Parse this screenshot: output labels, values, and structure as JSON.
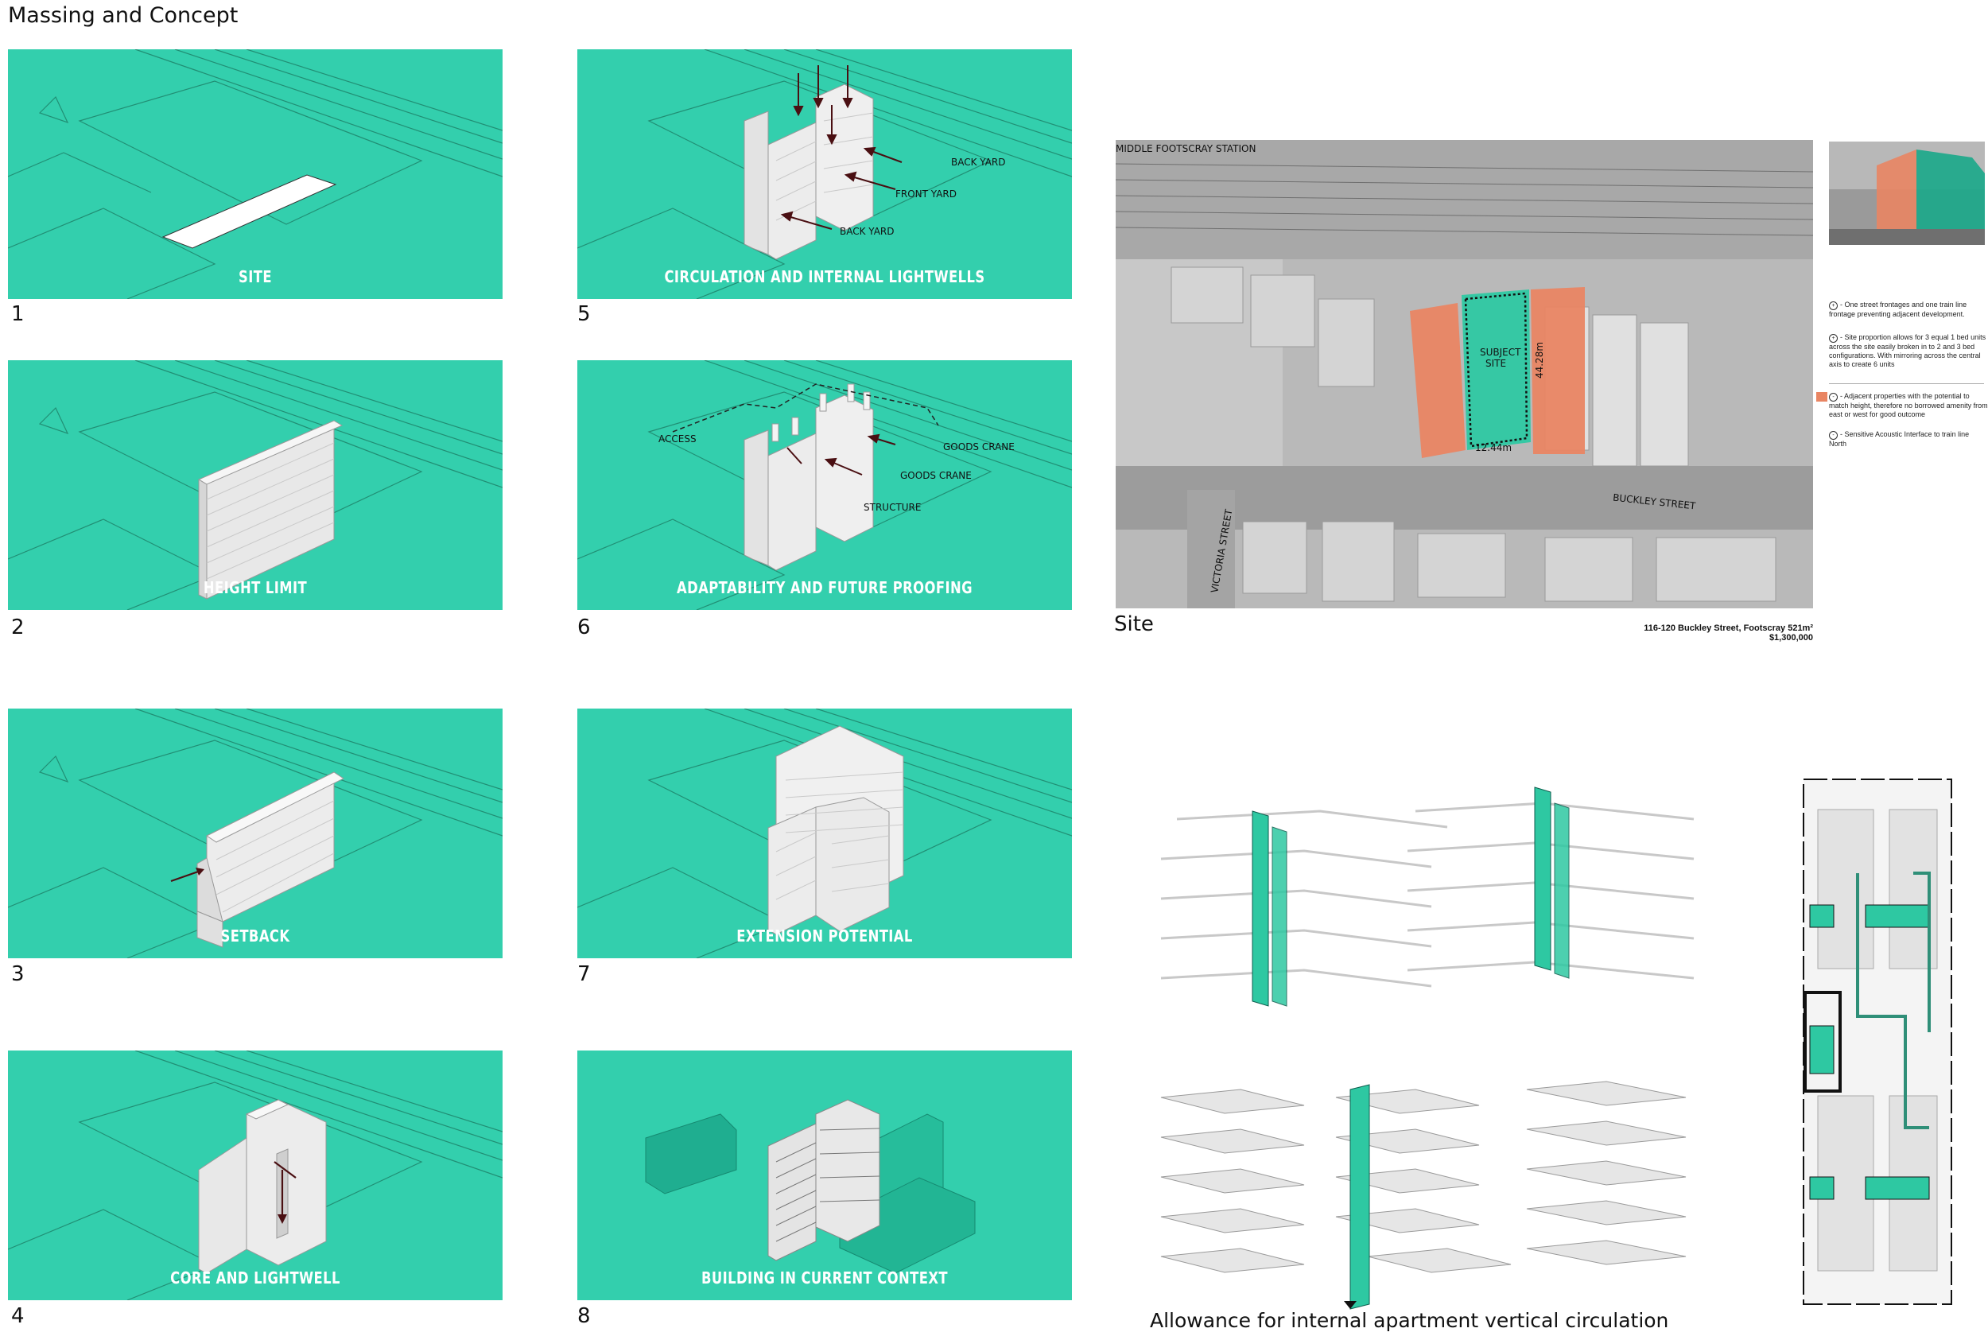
{
  "page": {
    "title": "Massing and Concept"
  },
  "panels": [
    {
      "num": "1",
      "label": "SITE"
    },
    {
      "num": "2",
      "label": "HEIGHT LIMIT"
    },
    {
      "num": "3",
      "label": "SETBACK"
    },
    {
      "num": "4",
      "label": "CORE AND LIGHTWELL"
    },
    {
      "num": "5",
      "label": "CIRCULATION AND INTERNAL LIGHTWELLS"
    },
    {
      "num": "6",
      "label": "ADAPTABILITY AND FUTURE PROOFING"
    },
    {
      "num": "7",
      "label": "EXTENSION POTENTIAL"
    },
    {
      "num": "8",
      "label": "BUILDING IN CURRENT CONTEXT"
    }
  ],
  "annotations": {
    "back_yard": "BACK YARD",
    "front_yard": "FRONT YARD",
    "access": "ACCESS",
    "goods_crane": "GOODS CRANE",
    "structure": "STRUCTURE"
  },
  "site": {
    "caption": "Site",
    "station": "MIDDLE FOOTSCRAY STATION",
    "subject_site": "SUBJECT SITE",
    "width_dim": "12.44m",
    "length_dim": "44.28m",
    "buckley_street": "BUCKLEY STREET",
    "victoria_street": "VICTORIA STREET",
    "address": "116-120 Buckley Street, Footscray 521m²",
    "price": "$1,300,000"
  },
  "legend": [
    {
      "symbol": "+",
      "text": "- One street frontages and one train line frontage preventing adjacent development."
    },
    {
      "symbol": "+",
      "text": "- Site proportion allows for 3 equal 1 bed units across the site easily broken in to 2 and 3 bed configurations. With mirroring across the central axis to create 6 units"
    },
    {
      "symbol": "-",
      "text": "- Adjacent properties with the potential to match height, therefore no borrowed amenity from east or west for good outcome"
    },
    {
      "symbol": "-",
      "text": "- Sensitive Acoustic Interface to train line North"
    }
  ],
  "circulation_caption": "Allowance for internal apartment vertical circulation",
  "colors": {
    "panel_green": "#33cfad",
    "accent_green": "#2ec8a2",
    "site_orange": "#e98563",
    "arrow": "#4a0f12"
  }
}
